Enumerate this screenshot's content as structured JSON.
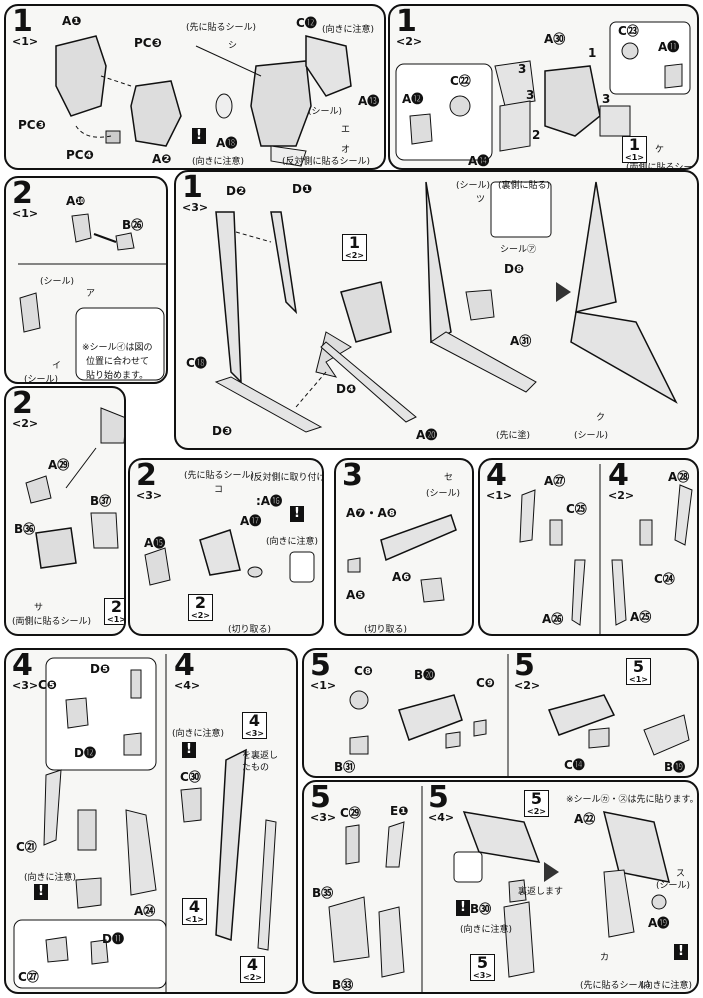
{
  "panels": {
    "p1_1": {
      "step": "1",
      "sub": "<1>",
      "labels": [
        "A❶",
        "PC❸",
        "PC❸",
        "PC❹",
        "A❷",
        "C⓬",
        "A⓭",
        "A⓲"
      ],
      "notes": [
        "(先に貼るシール)",
        "(向きに注意)",
        "(シール)",
        "(反対側に貼るシール)",
        "(向きに注意)"
      ],
      "stickers": [
        "シ",
        "エ",
        "オ"
      ]
    },
    "p1_2": {
      "step": "1",
      "sub": "<2>",
      "labels": [
        "A㉚",
        "C㉓",
        "A⓫",
        "A⓬",
        "C㉒",
        "A⓮"
      ],
      "arrows": [
        "3",
        "3",
        "3",
        "2",
        "1"
      ],
      "ref": {
        "n": "1",
        "s": "<1>"
      },
      "notes": [
        "(両側に貼るシール)"
      ],
      "stickers": [
        "ケ"
      ]
    },
    "p2_1": {
      "step": "2",
      "sub": "<1>",
      "labels": [
        "A❿",
        "B㉖"
      ],
      "notes": [
        "(シール)",
        "(シール)",
        "※シール㋑は図の",
        "位置に合わせて",
        "貼り始めます。"
      ],
      "stickers": [
        "ア",
        "イ"
      ]
    },
    "p1_3": {
      "step": "1",
      "sub": "<3>",
      "labels": [
        "D❷",
        "D❶",
        "C⓲",
        "D❹",
        "D❸",
        "D❽",
        "A㉛",
        "A⓴"
      ],
      "ref": {
        "n": "1",
        "s": "<2>"
      },
      "notes": [
        "(シール)",
        "(裏側に貼る)",
        "シール㋐",
        "(先に塗)",
        "(シール)"
      ],
      "stickers": [
        "ツ",
        "ク"
      ]
    },
    "p2_2": {
      "step": "2",
      "sub": "<2>",
      "labels": [
        "A㉙",
        "B㊲",
        "B㊱"
      ],
      "ref": {
        "n": "2",
        "s": "<1>"
      },
      "notes": [
        "(両側に貼るシール)"
      ],
      "stickers": [
        "サ"
      ]
    },
    "p2_3": {
      "step": "2",
      "sub": "<3>",
      "labels": [
        "A⓯",
        "A⓱",
        ":A⓰"
      ],
      "ref": {
        "n": "2",
        "s": "<2>"
      },
      "notes": [
        "(先に貼るシール)",
        "(反対側に取り付け)",
        "(向きに注意)",
        "(切り取る)"
      ],
      "stickers": [
        "コ"
      ]
    },
    "p3": {
      "step": "3",
      "sub": "",
      "labels": [
        "A❼・A❽",
        "A❻",
        "A❺"
      ],
      "notes": [
        "(シール)",
        "(切り取る)"
      ],
      "stickers": [
        "セ"
      ]
    },
    "p4_1": {
      "step": "4",
      "sub": "<1>",
      "labels": [
        "A㉗",
        "C㉕",
        "A㉖"
      ]
    },
    "p4_2": {
      "step": "4",
      "sub": "<2>",
      "labels": [
        "A㉘",
        "C㉔",
        "A㉕"
      ]
    },
    "p4_3": {
      "step": "4",
      "sub": "<3>",
      "labels": [
        "D❺",
        "C❺",
        "D⓬",
        "C㉑",
        "A㉔",
        "D⓫",
        "C㉗"
      ],
      "notes": [
        "(向きに注意)"
      ]
    },
    "p4_4": {
      "step": "4",
      "sub": "<4>",
      "labels": [
        "C㉚"
      ],
      "notes": [
        "(向きに注意)",
        "を裏返し",
        "たもの"
      ],
      "refs": [
        {
          "n": "4",
          "s": "<3>"
        },
        {
          "n": "4",
          "s": "<1>"
        },
        {
          "n": "4",
          "s": "<2>"
        }
      ]
    },
    "p5_1": {
      "step": "5",
      "sub": "<1>",
      "labels": [
        "C❽",
        "B⓴",
        "C❾",
        "B㉛"
      ]
    },
    "p5_2": {
      "step": "5",
      "sub": "<2>",
      "labels": [
        "C⓮",
        "B⓳"
      ],
      "ref": {
        "n": "5",
        "s": "<1>"
      }
    },
    "p5_3": {
      "step": "5",
      "sub": "<3>",
      "labels": [
        "C㉙",
        "E❶",
        "B㉟",
        "B㉝"
      ]
    },
    "p5_4": {
      "step": "5",
      "sub": "<4>",
      "labels": [
        "B㉚",
        "A㉒",
        "A⓳"
      ],
      "refs": [
        {
          "n": "5",
          "s": "<2>"
        },
        {
          "n": "5",
          "s": "<3>"
        }
      ],
      "notes": [
        "※シール㋕・㋜は先に貼ります。",
        "裏返します",
        "(向きに注意)",
        "(シール)",
        "(先に貼るシール)",
        "(向きに注意)"
      ],
      "stickers": [
        "ス",
        "カ"
      ]
    }
  }
}
